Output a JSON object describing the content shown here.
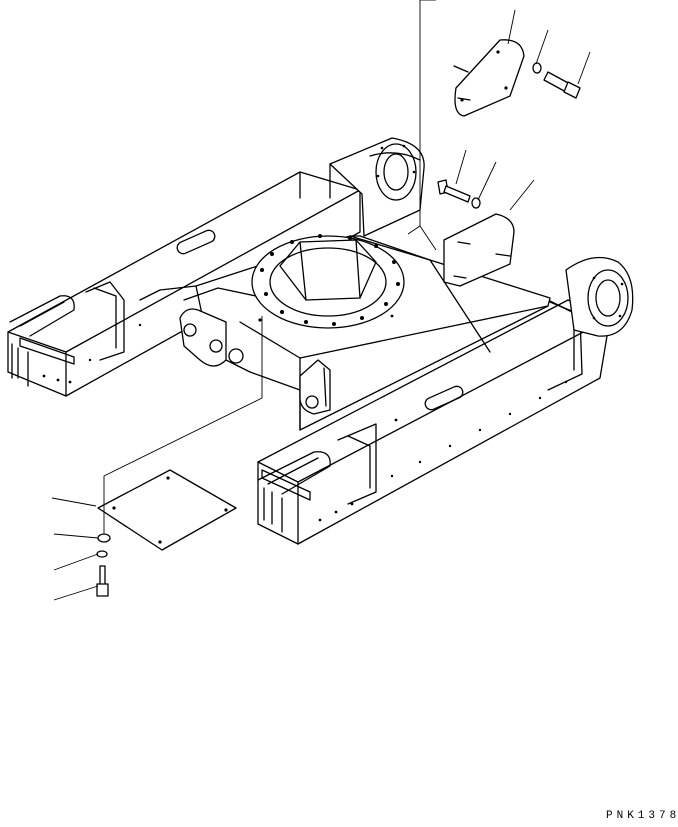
{
  "drawing_code": "PNK1378",
  "parts": [
    "upper-cover-plate",
    "cover-washer",
    "cover-bolt",
    "side-bolt",
    "side-washer",
    "side-cover-plate",
    "under-cover-plate",
    "under-washer",
    "under-lock-washer",
    "under-bolt"
  ]
}
